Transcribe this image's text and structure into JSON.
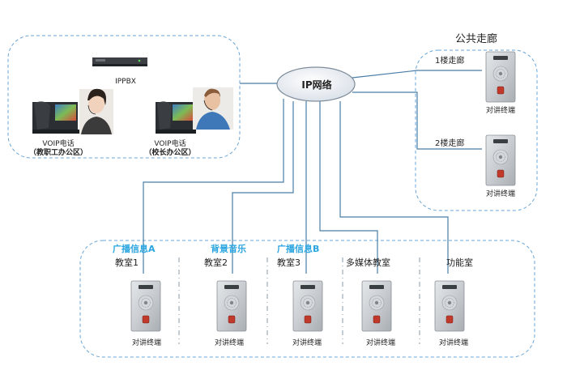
{
  "office": {
    "server_label": "IPPBX",
    "phone_caption": "VOIP电话",
    "phone1_area": "（教职工办公区）",
    "phone2_area": "（校长办公区）"
  },
  "network": {
    "label": "IP网络"
  },
  "corridor": {
    "title": "公共走廊",
    "floor1": "1楼走廊",
    "floor2": "2楼走廊"
  },
  "terminal_label": "对讲终端",
  "rooms": [
    {
      "name": "教室1",
      "broadcast": "广播信息A"
    },
    {
      "name": "教室2",
      "broadcast": "背景音乐"
    },
    {
      "name": "教室3",
      "broadcast": "广播信息B"
    },
    {
      "name": "多媒体教室",
      "broadcast": ""
    },
    {
      "name": "功能室",
      "broadcast": ""
    }
  ],
  "colors": {
    "dashed_border": "#6aa6d8",
    "wire": "#4a7ea8",
    "broadcast_text": "#2aa5e0",
    "terminal_body": "#c8ccd0"
  }
}
